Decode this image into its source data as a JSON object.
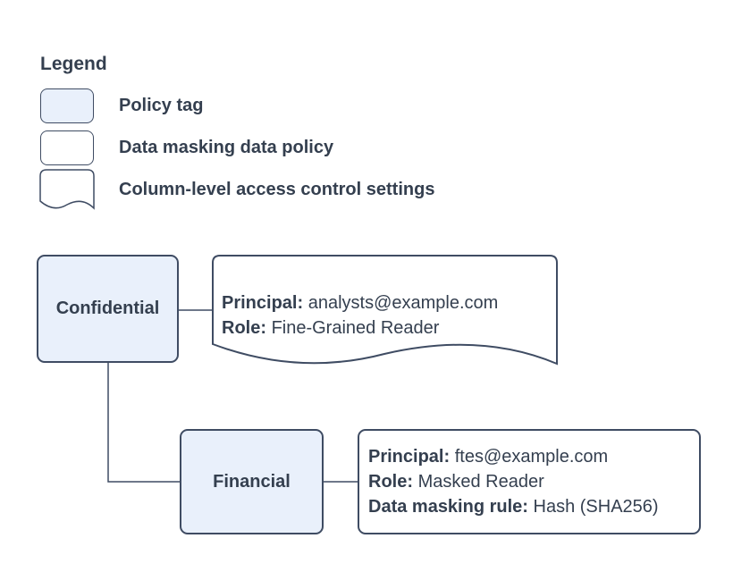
{
  "colors": {
    "policy_tag_fill": "#e9f0fb",
    "stroke": "#3f4c63",
    "text": "#343f4f",
    "background": "#ffffff"
  },
  "legend": {
    "title": "Legend",
    "items": [
      {
        "label": "Policy tag",
        "swatch": "policy-tag"
      },
      {
        "label": "Data masking data policy",
        "swatch": "data-masking-data-policy"
      },
      {
        "label": "Column-level access control settings",
        "swatch": "column-level-access-control-settings"
      }
    ]
  },
  "diagram": {
    "nodes": {
      "confidential": {
        "label": "Confidential",
        "type": "policy-tag"
      },
      "financial": {
        "label": "Financial",
        "type": "policy-tag"
      }
    },
    "confidential_access_settings": {
      "shape": "column-level-access-control-settings",
      "principal_label": "Principal:",
      "principal": "analysts@example.com",
      "role_label": "Role:",
      "role": "Fine-Grained Reader"
    },
    "financial_data_policy": {
      "shape": "data-masking-data-policy",
      "principal_label": "Principal:",
      "principal": "ftes@example.com",
      "role_label": "Role:",
      "role": "Masked Reader",
      "masking_rule_label": "Data masking rule:",
      "masking_rule": "Hash (SHA256)"
    }
  }
}
